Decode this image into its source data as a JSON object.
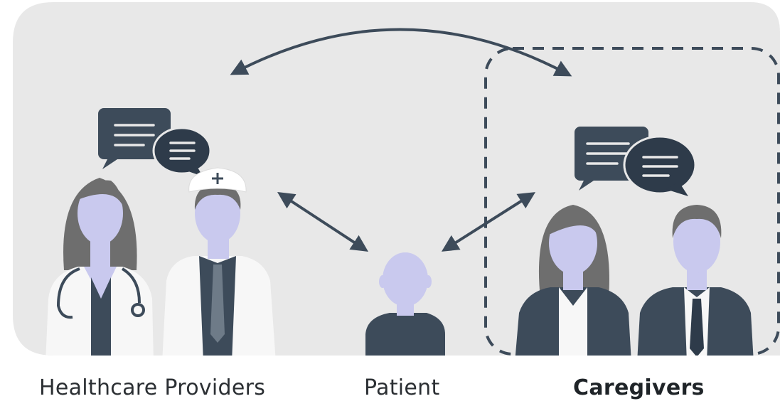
{
  "labels": {
    "providers": "Healthcare Providers",
    "patient": "Patient",
    "caregivers": "Caregivers"
  },
  "colors": {
    "background": "#e8e8e8",
    "dark": "#3d4b5a",
    "skin": "#c9c9ee",
    "hair": "#6e6e6e",
    "coat": "#f7f7f7"
  },
  "icons": [
    "speech-bubbles-icon",
    "double-arrow-icon",
    "nurse-cap-icon",
    "stethoscope-icon"
  ]
}
